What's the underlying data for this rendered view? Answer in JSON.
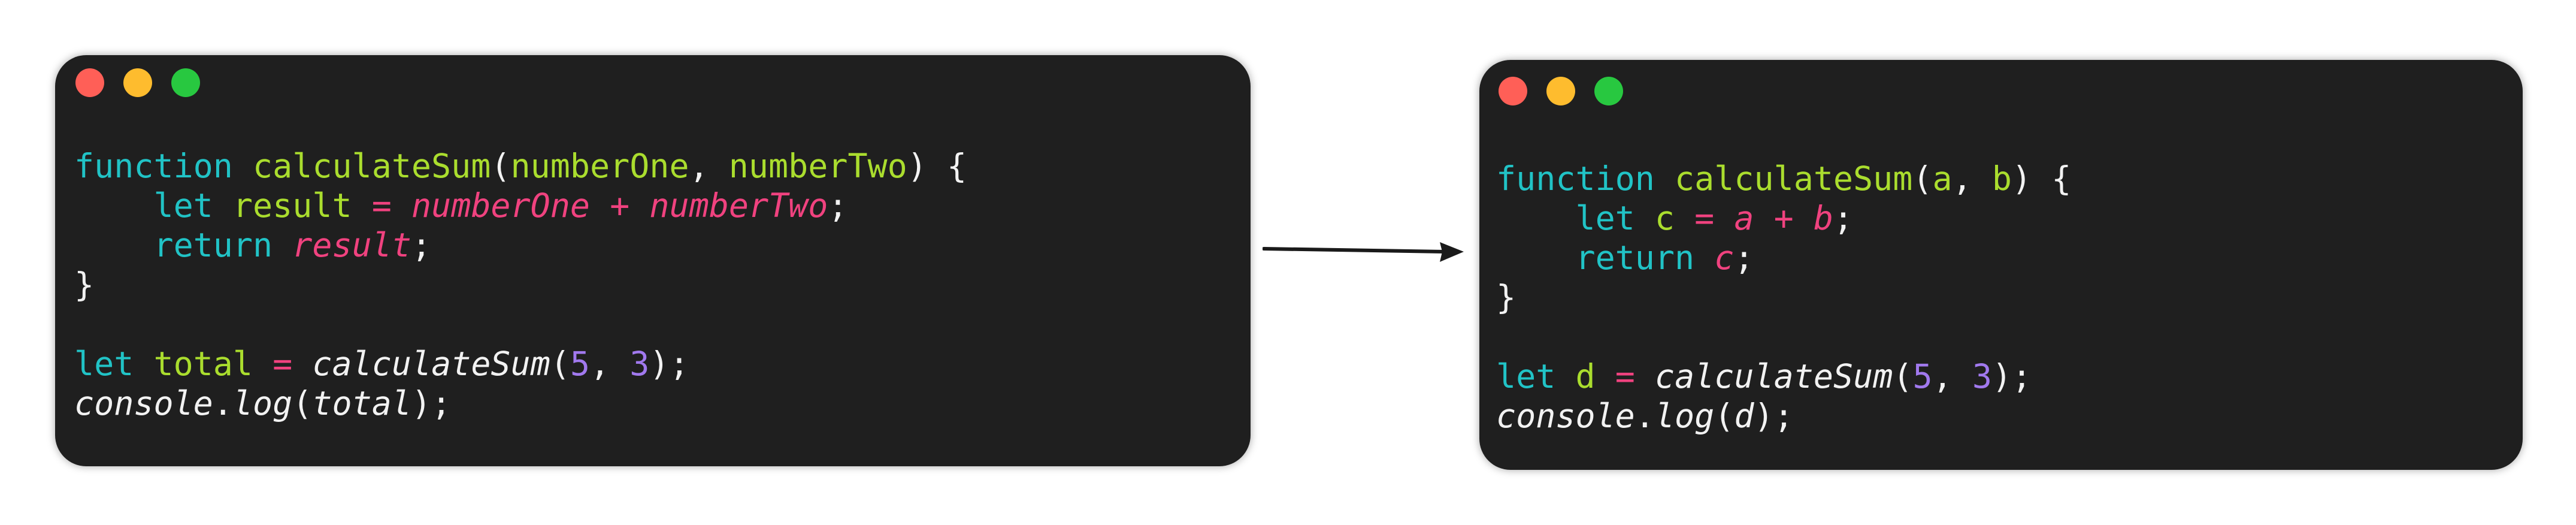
{
  "colors": {
    "background": "#ffffff",
    "window_bg": "#1f1f1f",
    "close": "#ff5f57",
    "minimize": "#febc2e",
    "zoom": "#28c840",
    "keyword": "#21c3c6",
    "function_name": "#aadd2e",
    "operator": "#f0427f",
    "number": "#a179ee",
    "plain": "#f2f2f2"
  },
  "original_window": {
    "traffic_lights": [
      "close-icon",
      "minimize-icon",
      "zoom-icon"
    ],
    "line1": {
      "kw": "function",
      "name": "calculateSum",
      "open": "(",
      "p1": "numberOne",
      "sep": ", ",
      "p2": "numberTwo",
      "close": ") {"
    },
    "line2": {
      "kw": "let",
      "var": "result",
      "eq": "=",
      "a": "numberOne",
      "plus": "+",
      "b": "numberTwo",
      "end": ";"
    },
    "line3": {
      "kw": "return",
      "ref": "result",
      "end": ";"
    },
    "line4": {
      "brace": "}"
    },
    "line6": {
      "kw": "let",
      "var": "total",
      "eq": "=",
      "call": "calculateSum",
      "open": "(",
      "n1": "5",
      "sep": ", ",
      "n2": "3",
      "close": ");"
    },
    "line7": {
      "obj": "console",
      "dot": ".",
      "method": "log",
      "open": "(",
      "arg": "total",
      "close": ");"
    }
  },
  "minified_window": {
    "traffic_lights": [
      "close-icon",
      "minimize-icon",
      "zoom-icon"
    ],
    "line1": {
      "kw": "function",
      "name": "calculateSum",
      "open": "(",
      "p1": "a",
      "sep": ", ",
      "p2": "b",
      "close": ") {"
    },
    "line2": {
      "kw": "let",
      "var": "c",
      "eq": "=",
      "a": "a",
      "plus": "+",
      "b": "b",
      "end": ";"
    },
    "line3": {
      "kw": "return",
      "ref": "c",
      "end": ";"
    },
    "line4": {
      "brace": "}"
    },
    "line6": {
      "kw": "let",
      "var": "d",
      "eq": "=",
      "call": "calculateSum",
      "open": "(",
      "n1": "5",
      "sep": ", ",
      "n2": "3",
      "close": ");"
    },
    "line7": {
      "obj": "console",
      "dot": ".",
      "method": "log",
      "open": "(",
      "arg": "d",
      "close": ");"
    }
  },
  "arrow": {
    "icon": "right-arrow-icon"
  }
}
